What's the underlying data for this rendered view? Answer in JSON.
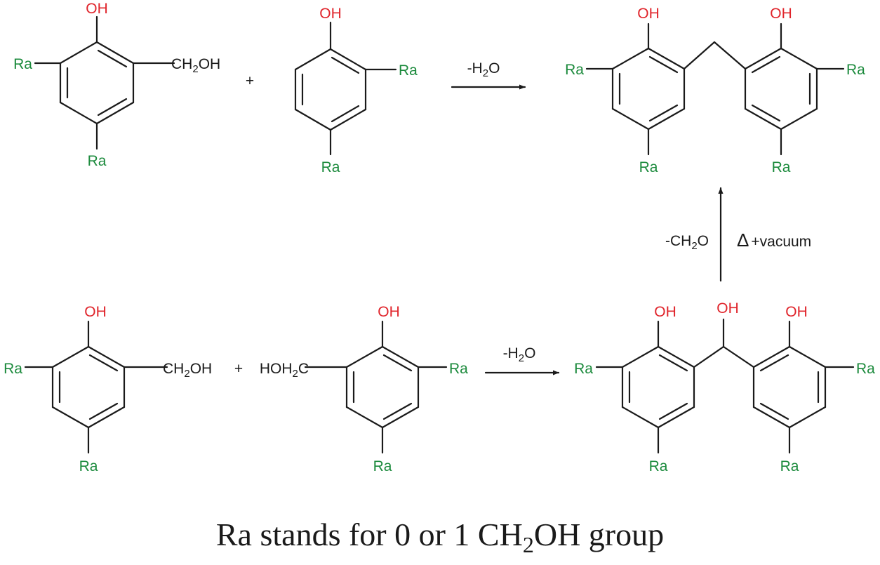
{
  "colors": {
    "hydroxyl": "#e0242b",
    "substituent": "#1b8a3c",
    "ink": "#1a1a1a"
  },
  "labels": {
    "oh": "OH",
    "ra": "Ra",
    "ch2oh_main": "CH",
    "ch2oh_sub": "2",
    "ch2oh_tail": "OH",
    "hoh2c_head": "HOH",
    "hoh2c_sub": "2",
    "hoh2c_tail": "C",
    "plus": "+",
    "water_head": "-H",
    "water_sub": "2",
    "water_tail": "O",
    "formaldehyde_head": "-CH",
    "formaldehyde_sub": "2",
    "formaldehyde_tail": "O",
    "heat_symbol": "Δ",
    "heat_text": "+vacuum"
  },
  "footnote": {
    "head": "Ra stands for 0 or 1 CH",
    "sub": "2",
    "tail": "OH group"
  }
}
